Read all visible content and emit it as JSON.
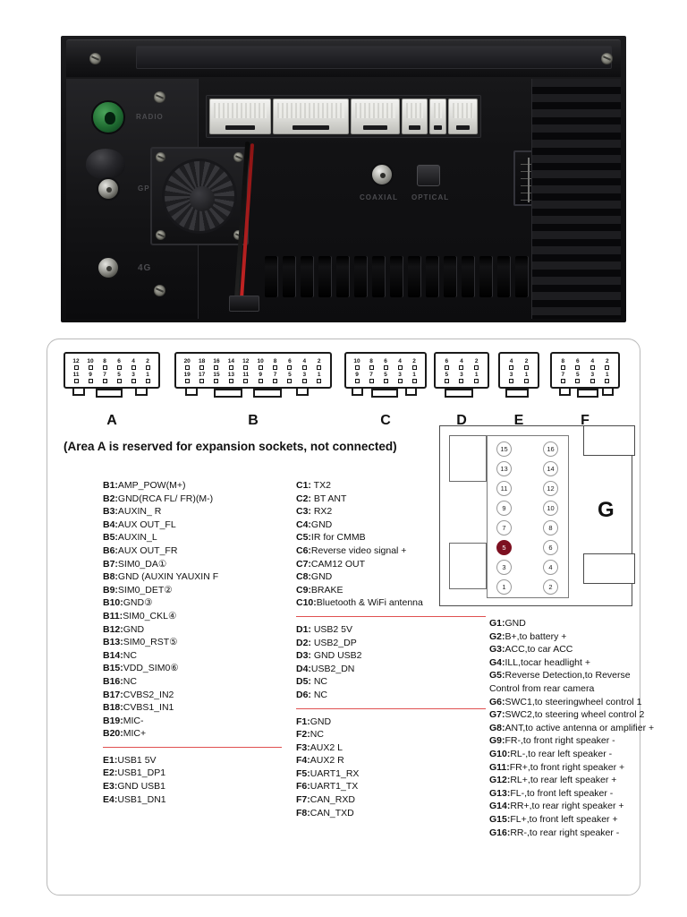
{
  "photo": {
    "alt": "car stereo head unit rear panel",
    "labels": {
      "radio": "RADIO",
      "gps": "GPS",
      "fourg": "4G",
      "coaxial": "COAXIAL",
      "optical": "OPTICAL"
    }
  },
  "note": "(Area A is reserved for expansion sockets, not connected)",
  "connectors": [
    {
      "id": "A",
      "label": "A",
      "pins": 12,
      "top_row": [
        "12",
        "10",
        "8",
        "6",
        "4",
        "2"
      ],
      "bottom_row": [
        "11",
        "9",
        "7",
        "5",
        "3",
        "1"
      ]
    },
    {
      "id": "B",
      "label": "B",
      "pins": 20,
      "top_row": [
        "20",
        "18",
        "16",
        "14",
        "12",
        "10",
        "8",
        "6",
        "4",
        "2"
      ],
      "bottom_row": [
        "19",
        "17",
        "15",
        "13",
        "11",
        "9",
        "7",
        "5",
        "3",
        "1"
      ]
    },
    {
      "id": "C",
      "label": "C",
      "pins": 10,
      "top_row": [
        "10",
        "8",
        "6",
        "4",
        "2"
      ],
      "bottom_row": [
        "9",
        "7",
        "5",
        "3",
        "1"
      ]
    },
    {
      "id": "D",
      "label": "D",
      "pins": 6,
      "top_row": [
        "6",
        "4",
        "2"
      ],
      "bottom_row": [
        "5",
        "3",
        "1"
      ]
    },
    {
      "id": "E",
      "label": "E",
      "pins": 4,
      "top_row": [
        "4",
        "2"
      ],
      "bottom_row": [
        "3",
        "1"
      ]
    },
    {
      "id": "F",
      "label": "F",
      "pins": 8,
      "top_row": [
        "8",
        "6",
        "4",
        "2"
      ],
      "bottom_row": [
        "7",
        "5",
        "3",
        "1"
      ]
    }
  ],
  "g_connector": {
    "label": "G",
    "left_column": [
      "15",
      "13",
      "11",
      "9",
      "7",
      "5",
      "3",
      "1"
    ],
    "right_column": [
      "16",
      "14",
      "12",
      "10",
      "8",
      "6",
      "4",
      "2"
    ],
    "highlighted_pin": "5",
    "highlight_color": "#7d1021"
  },
  "pinouts": {
    "B": [
      "B1:AMP_POW(M+)",
      "B2:GND(RCA FL/ FR)(M-)",
      "B3:AUXIN_ R",
      "B4:AUX OUT_FL",
      "B5:AUXIN_L",
      "B6:AUX OUT_FR",
      "B7:SIM0_DA①",
      "B8:GND (AUXIN YAUXIN F",
      "B9:SIM0_DET②",
      "B10:GND③",
      "B11:SIM0_CKL④",
      "B12:GND",
      "B13:SIM0_RST⑤",
      "B14:NC",
      "B15:VDD_SIM0⑥",
      "B16:NC",
      "B17:CVBS2_IN2",
      "B18:CVBS1_IN1",
      "B19:MIC-",
      "B20:MIC+"
    ],
    "E": [
      "E1:USB1 5V",
      "E2:USB1_DP1",
      "E3:GND USB1",
      "E4:USB1_DN1"
    ],
    "C": [
      "C1: TX2",
      "C2: BT ANT",
      "C3: RX2",
      "C4:GND",
      "C5:IR for CMMB",
      "C6:Reverse video signal +",
      "C7:CAM12 OUT",
      "C8:GND",
      "C9:BRAKE",
      "C10:Bluetooth & WiFi antenna"
    ],
    "D": [
      "D1: USB2 5V",
      "D2: USB2_DP",
      "D3: GND USB2",
      "D4:USB2_DN",
      "D5: NC",
      "D6: NC"
    ],
    "F": [
      "F1:GND",
      "F2:NC",
      "F3:AUX2 L",
      "F4:AUX2 R",
      "F5:UART1_RX",
      "F6:UART1_TX",
      "F7:CAN_RXD",
      "F8:CAN_TXD"
    ],
    "G": [
      "G1:GND",
      "G2:B+,to battery +",
      "G3:ACC,to car ACC",
      "G4:ILL,tocar headlight +",
      "G5:Reverse Detection,to Reverse",
      "Control from rear camera",
      "G6:SWC1,to steeringwheel control 1",
      "G7:SWC2,to steering wheel control 2",
      "G8:ANT,to active antenna or amplifier +",
      "G9:FR-,to front right speaker -",
      "G10:RL-,to rear left speaker -",
      "G11:FR+,to front right speaker +",
      "G12:RL+,to rear left speaker +",
      "G13:FL-,to front left speaker -",
      "G14:RR+,to rear right speaker +",
      "G15:FL+,to front left speaker +",
      "G16:RR-,to rear right speaker -"
    ]
  }
}
